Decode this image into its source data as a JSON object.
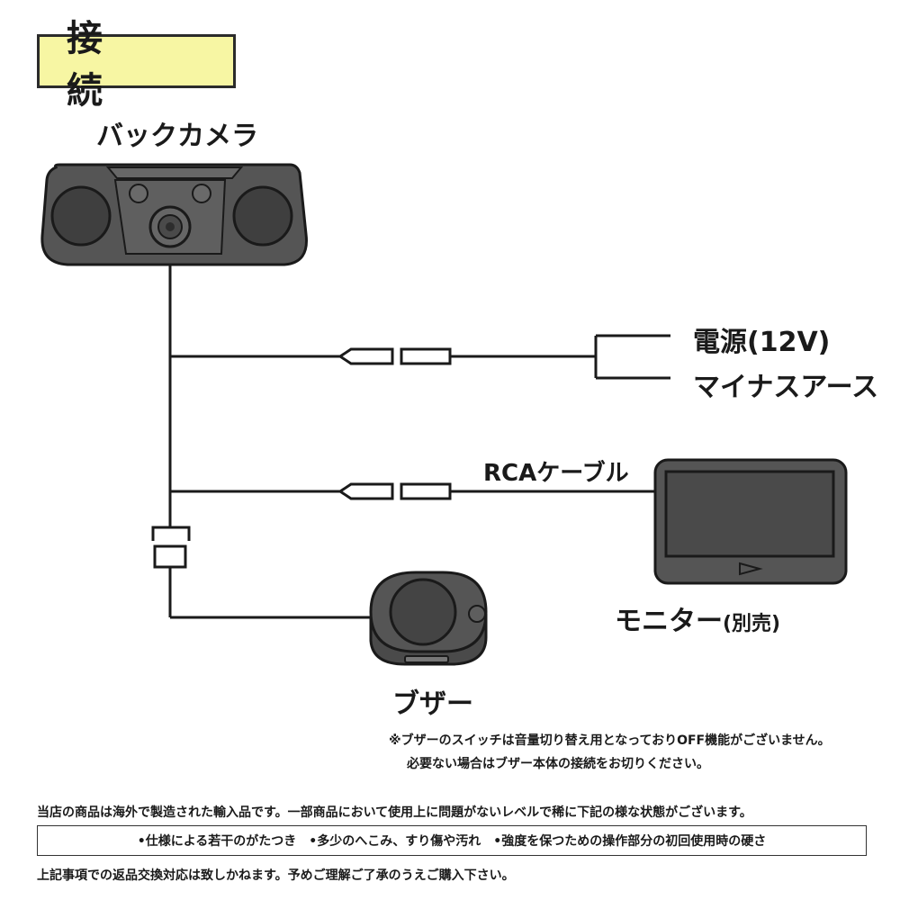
{
  "title": "接　続",
  "labels": {
    "camera": "バックカメラ",
    "power": "電源(12V)",
    "ground": "マイナスアース",
    "rca": "RCAケーブル",
    "monitor": "モニター",
    "monitor_sub": "(別売)",
    "buzzer": "ブザー"
  },
  "notes": {
    "line1": "※ブザーのスイッチは音量切り替え用となっておりOFF機能がございません。",
    "line2": "必要ない場合はブザー本体の接続をお切りください。"
  },
  "disclaimer": {
    "top": "当店の商品は海外で製造された輸入品です。一部商品において使用上に問題がないレベルで稀に下記の様な状態がございます。",
    "box": "•仕様による若干のがたつき　•多少のへこみ、すり傷や汚れ　•強度を保つための操作部分の初回使用時の硬さ",
    "bottom": "上記事項での返品交換対応は致しかねます。予めご理解ご了承のうえご購入下さい。"
  },
  "colors": {
    "title_bg": "#f7f6a3",
    "device_dark": "#4a4a4a",
    "device_light": "#5c5c5c",
    "line": "#1a1a1a"
  }
}
